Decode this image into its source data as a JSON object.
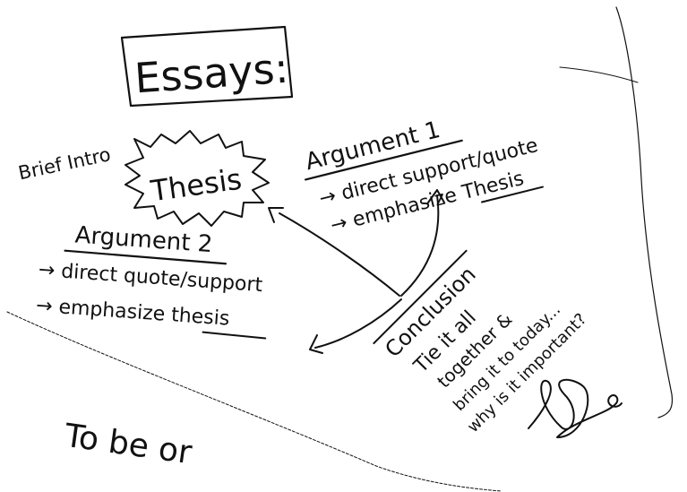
{
  "title": "Essays:",
  "intro_label": "Brief Intro",
  "center": {
    "label": "Thesis"
  },
  "argument1": {
    "heading": "Argument 1",
    "bullets": [
      "→ direct support/quote",
      "→ emphasize Thesis"
    ]
  },
  "argument2": {
    "heading": "Argument 2",
    "bullets": [
      "→ direct quote/support",
      "→ emphasize thesis"
    ]
  },
  "conclusion": {
    "heading": "Conclusion",
    "lines": [
      "Tie it all",
      "together &",
      "bring it to today...",
      "why is it important?"
    ]
  },
  "footer_text": "To be or",
  "ink_color": "#111111"
}
